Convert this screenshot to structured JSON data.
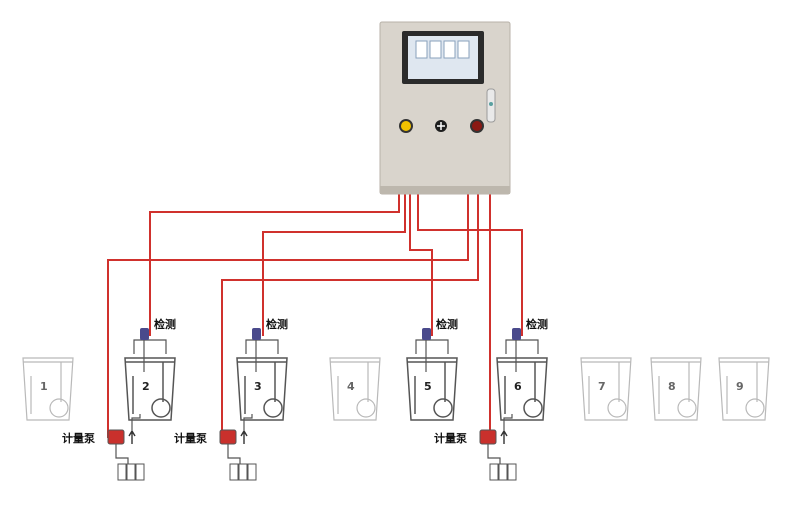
{
  "colors": {
    "cable": "#d0312d",
    "cabinet": "#d9d4cc",
    "cabinet_edge": "#b8b2a8",
    "screen_frame": "#2b2b2b",
    "screen": "#dfe7f0",
    "lamp_yellow": "#f2c200",
    "lamp_red": "#8a1a14",
    "tank_active": "#555555",
    "tank_faded": "#b9b9b9",
    "probe": "#4a4a8c",
    "pump": "#c9302c"
  },
  "labels": {
    "sensor": "检测",
    "pump": "计量泵"
  },
  "tanks": [
    {
      "number": "1",
      "active": false
    },
    {
      "number": "2",
      "active": true
    },
    {
      "number": "3",
      "active": true
    },
    {
      "number": "4",
      "active": false
    },
    {
      "number": "5",
      "active": true
    },
    {
      "number": "6",
      "active": true
    },
    {
      "number": "7",
      "active": false
    },
    {
      "number": "8",
      "active": false
    },
    {
      "number": "9",
      "active": false
    }
  ],
  "sensor_tanks": [
    "2",
    "3",
    "5",
    "6"
  ],
  "pump_tanks": [
    "2",
    "3",
    "6"
  ]
}
